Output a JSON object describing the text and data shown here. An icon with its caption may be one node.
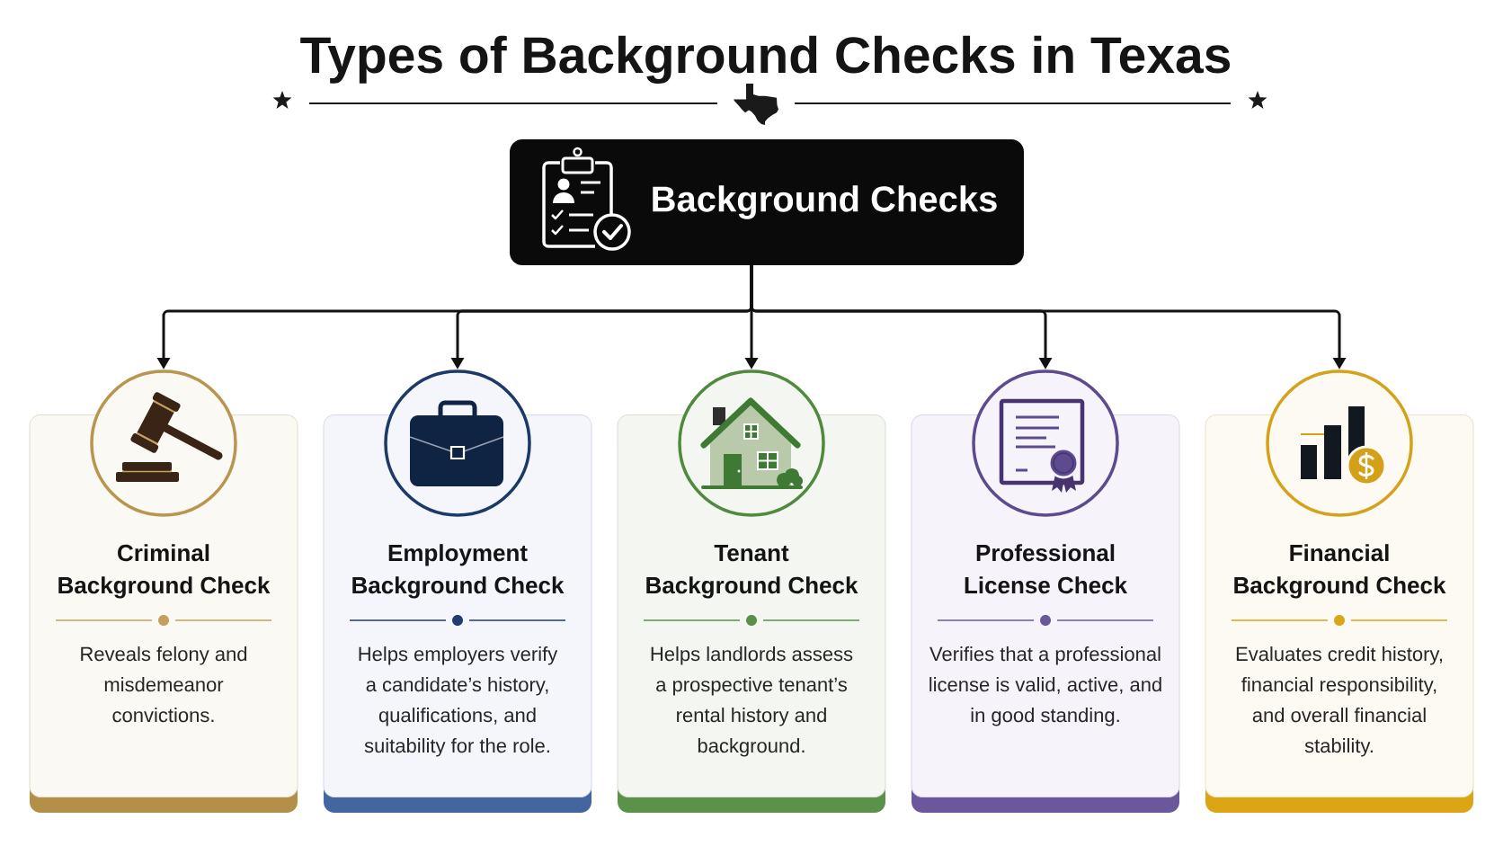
{
  "diagram": {
    "title": "Types of Background Checks in Texas",
    "nodes": [
      {
        "text": [
          "Background Checks"
        ]
      },
      {
        "text": [
          "Criminal Background Check",
          "Reveals felony and misdemeanor convictions."
        ]
      },
      {
        "text": [
          "Employment Background Check",
          "Helps employers verify a candidate’s history, qualifications, and suitability for the role."
        ]
      },
      {
        "text": [
          "Tenant Background Check",
          "Helps landlords assess a prospective tenant’s rental history and background."
        ]
      },
      {
        "text": [
          "Professional License Check",
          "Verifies that a professional license is valid, active, and in good standing."
        ]
      },
      {
        "text": [
          "Financial Background Check",
          "Evaluates credit history, financial responsibility, and overall financial stability."
        ]
      }
    ],
    "edges": [
      {
        "from": 0,
        "to": 1,
        "arrow": "to"
      },
      {
        "from": 0,
        "to": 2,
        "arrow": "to"
      },
      {
        "from": 0,
        "to": 3,
        "arrow": "to"
      },
      {
        "from": 0,
        "to": 4,
        "arrow": "to"
      },
      {
        "from": 0,
        "to": 5,
        "arrow": "to"
      }
    ]
  }
}
